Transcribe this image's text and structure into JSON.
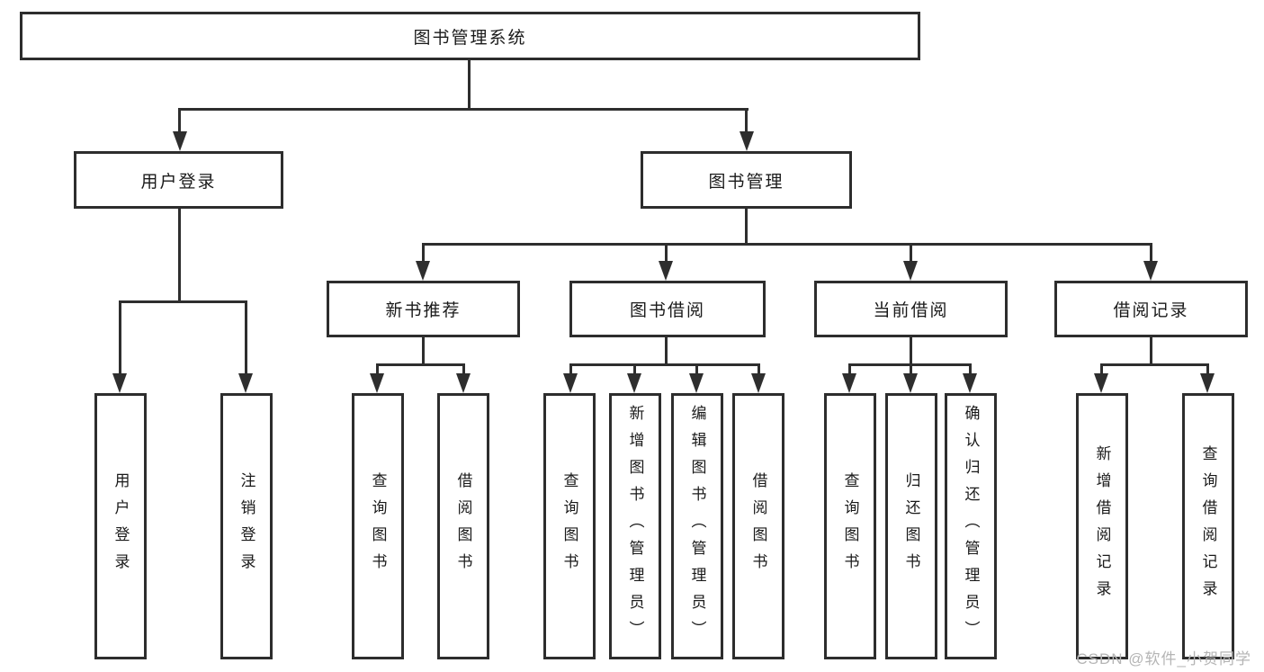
{
  "diagram": {
    "title": "图书管理系统",
    "level2": [
      {
        "id": "user-login",
        "label": "用户登录",
        "children": [
          {
            "label": "用户登录"
          },
          {
            "label": "注销登录"
          }
        ]
      },
      {
        "id": "book-management",
        "label": "图书管理"
      }
    ],
    "level3": [
      {
        "id": "new-book-recommend",
        "label": "新书推荐",
        "children": [
          {
            "label": "查询图书"
          },
          {
            "label": "借阅图书"
          }
        ]
      },
      {
        "id": "book-borrowing",
        "label": "图书借阅",
        "children": [
          {
            "label": "查询图书"
          },
          {
            "label": "新增图书（管理员）"
          },
          {
            "label": "编辑图书（管理员）"
          },
          {
            "label": "借阅图书"
          }
        ]
      },
      {
        "id": "current-borrowing",
        "label": "当前借阅",
        "children": [
          {
            "label": "查询图书"
          },
          {
            "label": "归还图书"
          },
          {
            "label": "确认归还（管理员）"
          }
        ]
      },
      {
        "id": "borrowing-records",
        "label": "借阅记录",
        "children": [
          {
            "label": "新增借阅记录"
          },
          {
            "label": "查询借阅记录"
          }
        ]
      }
    ]
  },
  "watermark": {
    "text": "CSDN @软件_小贺同学"
  },
  "colors": {
    "background": "#ffffff",
    "box_border": "#2d2d2d",
    "line": "#2e2e2e",
    "text": "#1a1a1a",
    "watermark": "#b5b5b5"
  }
}
